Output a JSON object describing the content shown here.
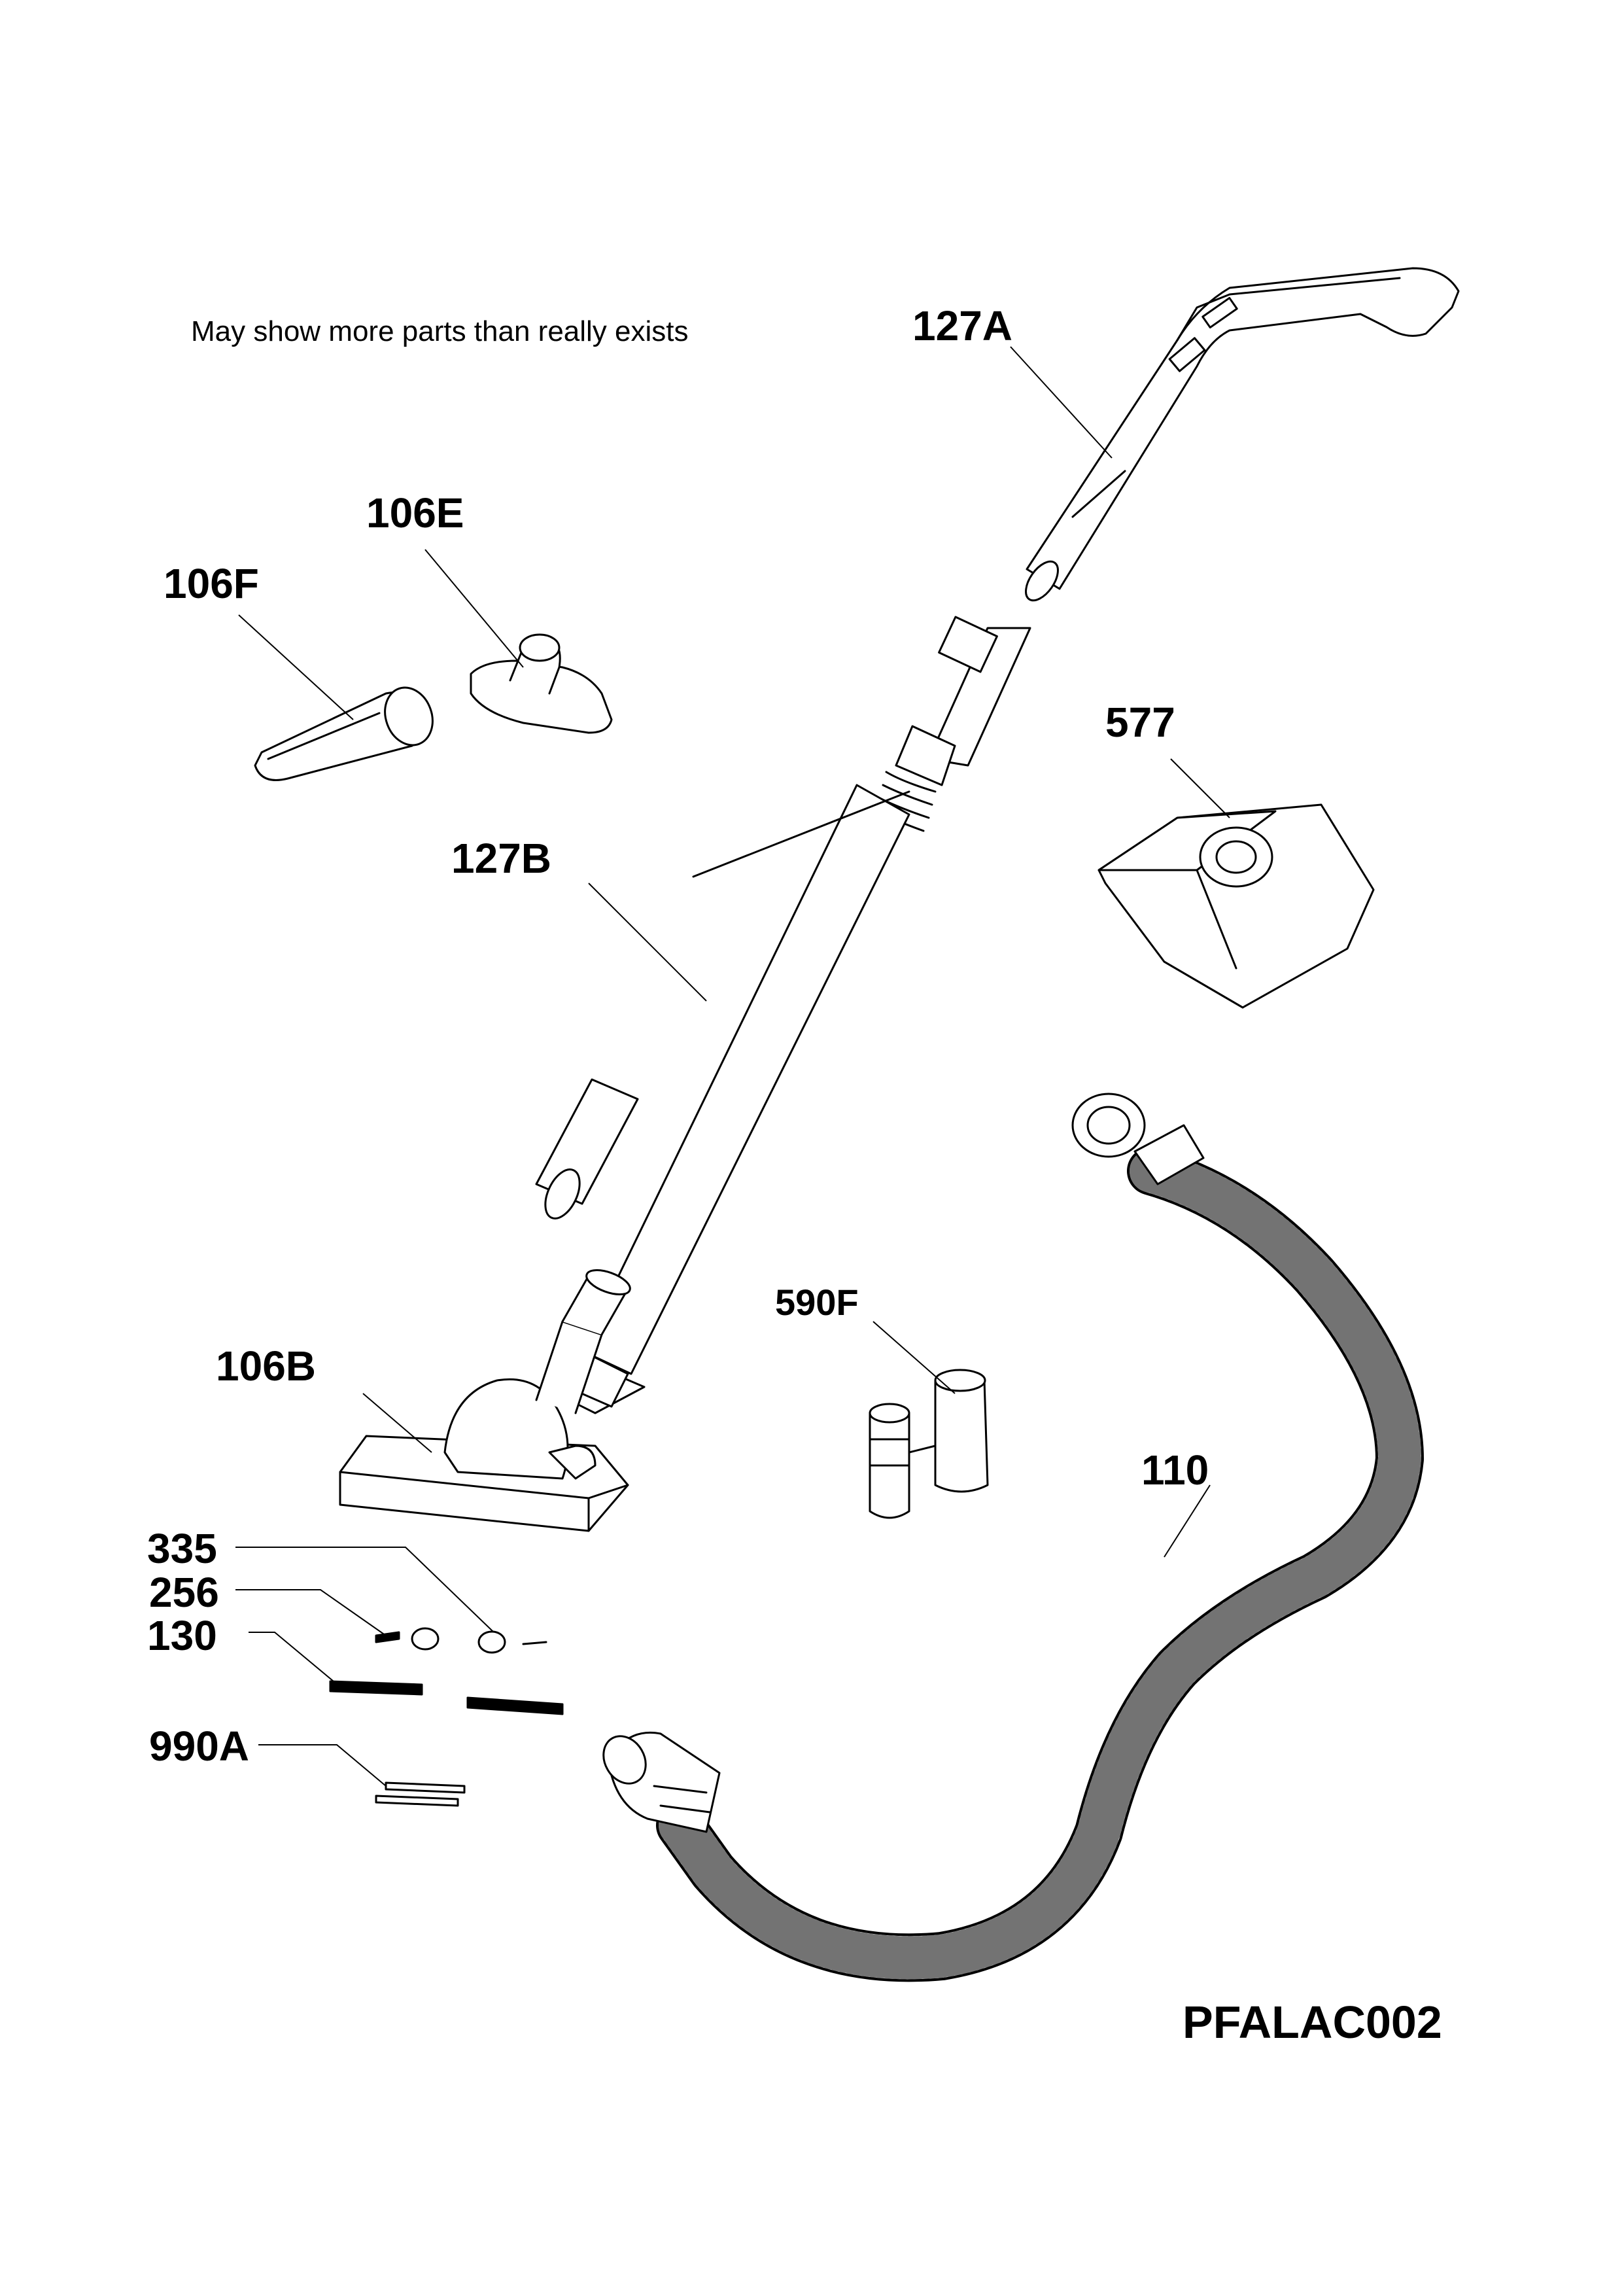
{
  "note": "May show more parts than really exists",
  "diagram_code": "PFALAC002",
  "parts": [
    {
      "id": "127A",
      "label": "127A"
    },
    {
      "id": "106E",
      "label": "106E"
    },
    {
      "id": "106F",
      "label": "106F"
    },
    {
      "id": "577",
      "label": "577"
    },
    {
      "id": "127B",
      "label": "127B"
    },
    {
      "id": "590F",
      "label": "590F"
    },
    {
      "id": "106B",
      "label": "106B"
    },
    {
      "id": "110",
      "label": "110"
    },
    {
      "id": "335",
      "label": "335"
    },
    {
      "id": "256",
      "label": "256"
    },
    {
      "id": "130",
      "label": "130"
    },
    {
      "id": "990A",
      "label": "990A"
    }
  ]
}
